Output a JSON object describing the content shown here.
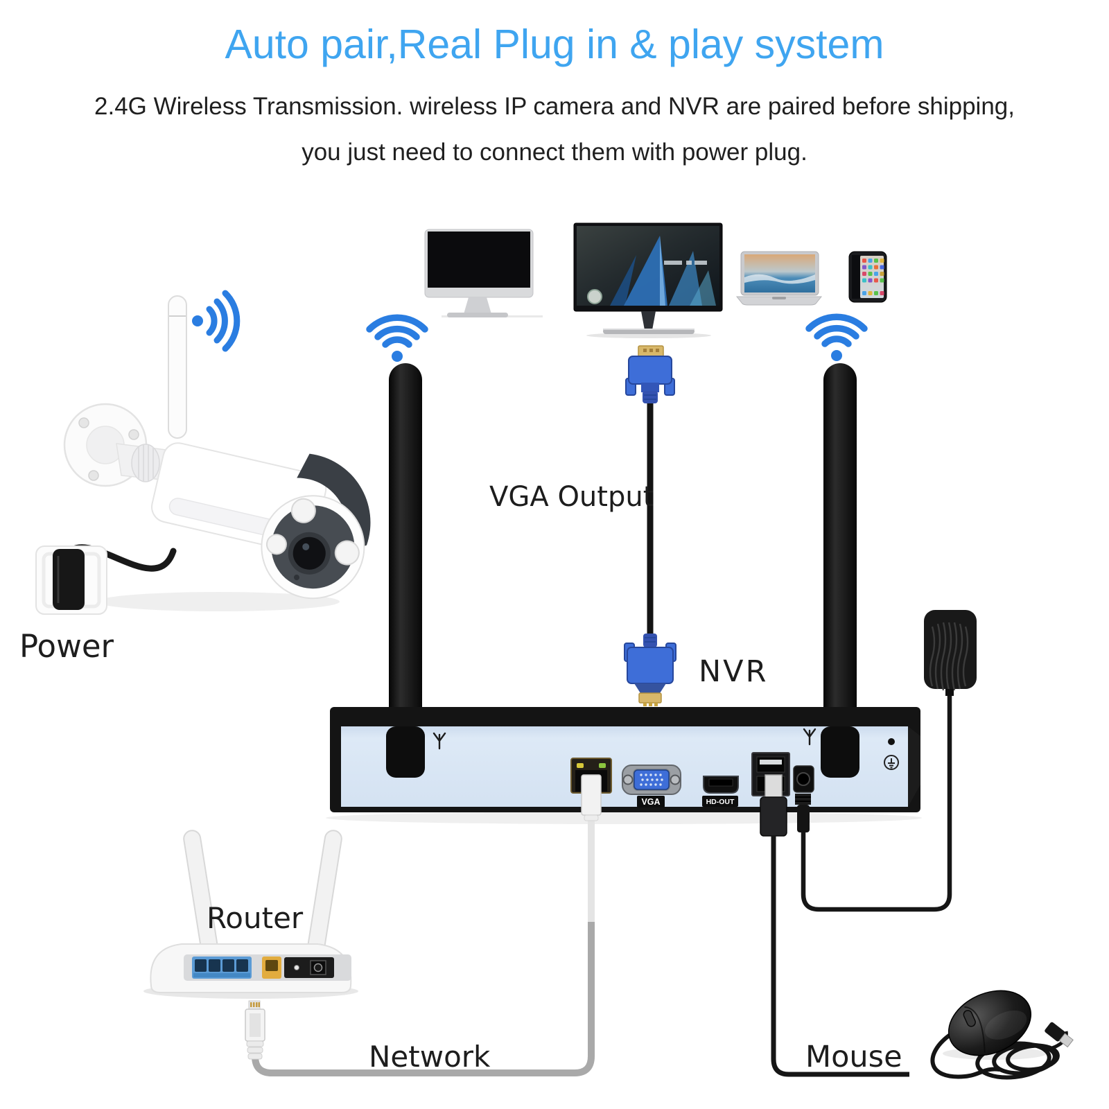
{
  "header": {
    "title": "Auto pair,Real Plug in & play system",
    "subtitle_line1": "2.4G Wireless Transmission. wireless IP camera and NVR are paired before shipping,",
    "subtitle_line2": "you just need to connect them with power plug."
  },
  "labels": {
    "power": "Power",
    "vga_output": "VGA Output",
    "nvr": "NVR",
    "router": "Router",
    "network": "Network",
    "mouse": "Mouse"
  },
  "nvr": {
    "port_labels": {
      "vga": "VGA",
      "hd_out": "HD-OUT"
    }
  },
  "icons": {
    "camera_wifi": "wifi-signal-icon",
    "nvr_left_wifi": "wifi-signal-icon",
    "nvr_right_wifi": "wifi-signal-icon",
    "antenna_marks": "antenna-symbol-icon",
    "ground_mark": "ground-symbol-icon"
  },
  "colors": {
    "title_blue": "#3fa5f0",
    "wifi_blue": "#2a7de1",
    "nvr_face_blue": "#dde9f6",
    "vga_connector_blue": "#3e6ed8",
    "router_lan_blue": "#5b9bd5",
    "router_wan_yellow": "#e2ac3f",
    "text_black": "#1d1d1d",
    "cable_gray": "#aaaaaa",
    "cable_black": "#161616"
  }
}
